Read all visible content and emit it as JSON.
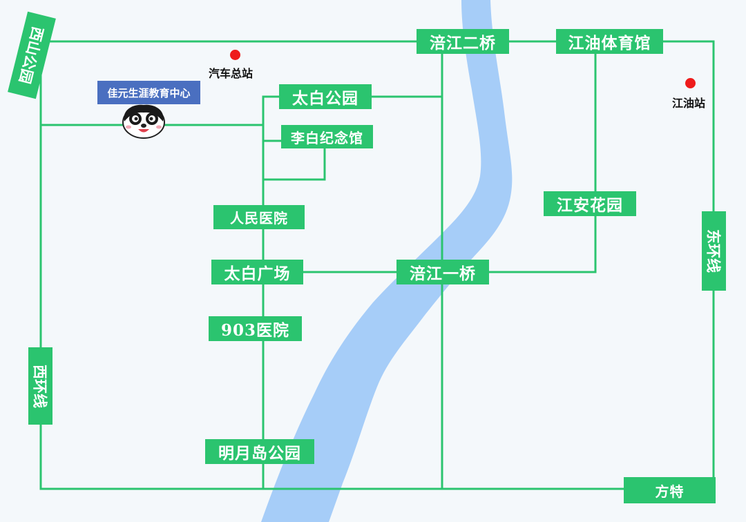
{
  "colors": {
    "road": "#2bc46f",
    "river": "#a6cdf8",
    "poi_dot": "#ee1b1b",
    "marker_label_bg": "#4a6fc0",
    "background": "#f4f8fb"
  },
  "roads": {
    "xishan_park": "西山公园",
    "west_ring": "西环线",
    "east_ring": "东环线",
    "fangte": "方特"
  },
  "places": {
    "fujiang_bridge_2": "涪江二桥",
    "jiangyou_stadium": "江油体育馆",
    "taibai_park": "太白公园",
    "libai_memorial": "李白纪念馆",
    "peoples_hospital": "人民医院",
    "taibai_square": "太白广场",
    "fujiang_bridge_1": "涪江一桥",
    "jiangan_garden": "江安花园",
    "hospital_903": "903医院",
    "mingyuedao_park": "明月岛公园"
  },
  "pois": {
    "bus_station": "汽车总站",
    "jiangyou_station": "江油站"
  },
  "marker": {
    "label": "佳元生涯教育中心",
    "icon": "panda-mascot-icon"
  }
}
